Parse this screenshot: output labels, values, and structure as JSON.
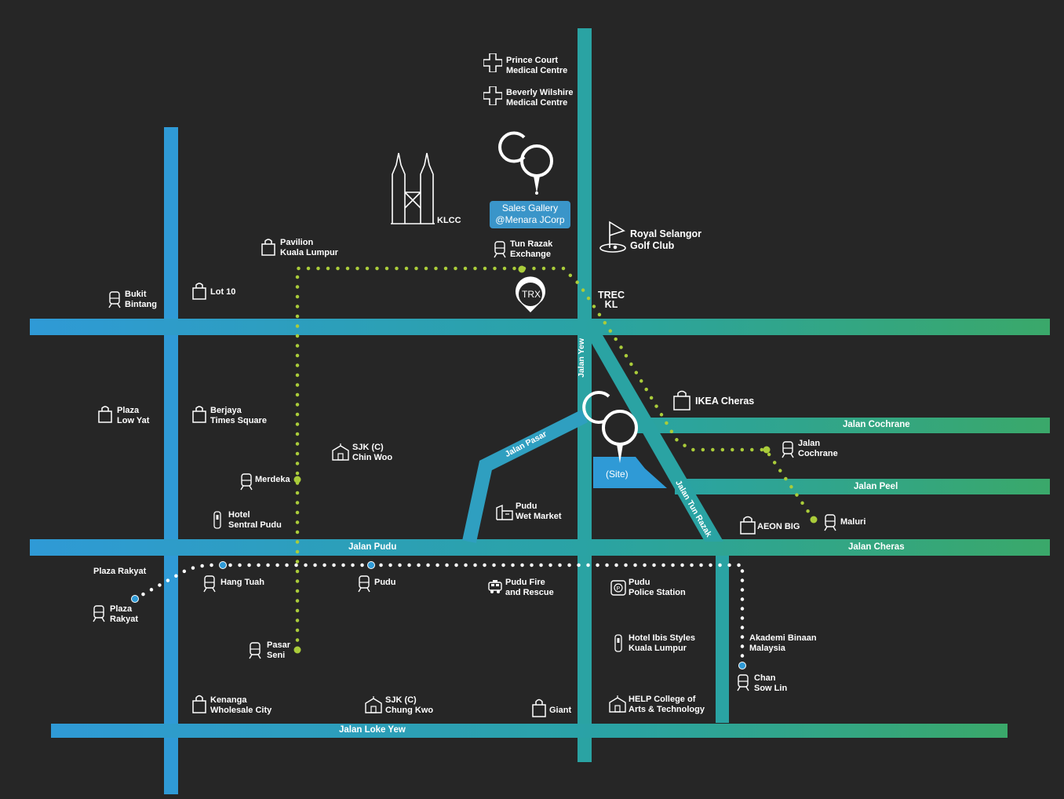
{
  "roads": {
    "jalan_pudu": "Jalan Pudu",
    "jalan_loke_yew": "Jalan Loke Yew",
    "jalan_cochrane": "Jalan Cochrane",
    "jalan_peel": "Jalan Peel",
    "jalan_cheras": "Jalan Cheras",
    "jalan_yew": "Jalan Yew",
    "jalan_pasar": "Jalan Pasar",
    "jalan_tun_razak": "Jalan Tun Razak"
  },
  "sales_gallery": "Sales Gallery\n@Menara JCorp",
  "site": "(Site)",
  "trx": "TRX",
  "places": {
    "prince_court": "Prince Court\nMedical Centre",
    "beverly": "Beverly Wilshire\nMedical Centre",
    "klcc": "KLCC",
    "royal_selangor": "Royal Selangor\nGolf Club",
    "pavilion": "Pavilion\nKuala Lumpur",
    "tun_razak_exchange": "Tun Razak\nExchange",
    "bukit_bintang": "Bukit\nBintang",
    "lot10": "Lot 10",
    "trec": "TREC\nKL",
    "plaza_low_yat": "Plaza\nLow Yat",
    "berjaya": "Berjaya\nTimes Square",
    "ikea": "IKEA Cheras",
    "sjk_chin_woo": "SJK (C)\nChin Woo",
    "jalan_cochrane_stn": "Jalan\nCochrane",
    "merdeka": "Merdeka",
    "pudu_wet_market": "Pudu\nWet Market",
    "hotel_sentral": "Hotel\nSentral Pudu",
    "aeon_big": "AEON BIG",
    "maluri": "Maluri",
    "plaza_rakyat_top": "Plaza Rakyat",
    "hang_tuah": "Hang Tuah",
    "pudu": "Pudu",
    "pudu_fire": "Pudu Fire\nand Rescue",
    "pudu_police": "Pudu\nPolice Station",
    "plaza_rakyat_stn": "Plaza\nRakyat",
    "hotel_ibis": "Hotel Ibis Styles\nKuala Lumpur",
    "akademi": "Akademi Binaan\nMalaysia",
    "pasar_seni": "Pasar\nSeni",
    "chan_sow_lin": "Chan\nSow Lin",
    "kenanga": "Kenanga\nWholesale City",
    "sjk_chung_kwo": "SJK (C)\nChung Kwo",
    "giant": "Giant",
    "help_college": "HELP College of\nArts & Technology"
  },
  "colors": {
    "background": "#262626",
    "road_blue": "#2f9ad6",
    "road_teal": "#2aa3a3",
    "road_green": "#3aa86a",
    "lrt_line": "#aacc3a",
    "mrt_line": "#ffffff",
    "station_blue": "#2f9ad6",
    "sales_box": "#3a95c9"
  },
  "icons": {
    "hospital": "medical-cross-icon",
    "mall": "shopping-bag-icon",
    "station": "train-icon",
    "school": "school-icon",
    "market": "market-icon",
    "police": "police-icon",
    "fire": "fire-truck-icon",
    "hotel": "hotel-icon",
    "golf": "golf-flag-icon",
    "klcc": "twin-towers-icon",
    "pin": "location-pin-icon"
  }
}
